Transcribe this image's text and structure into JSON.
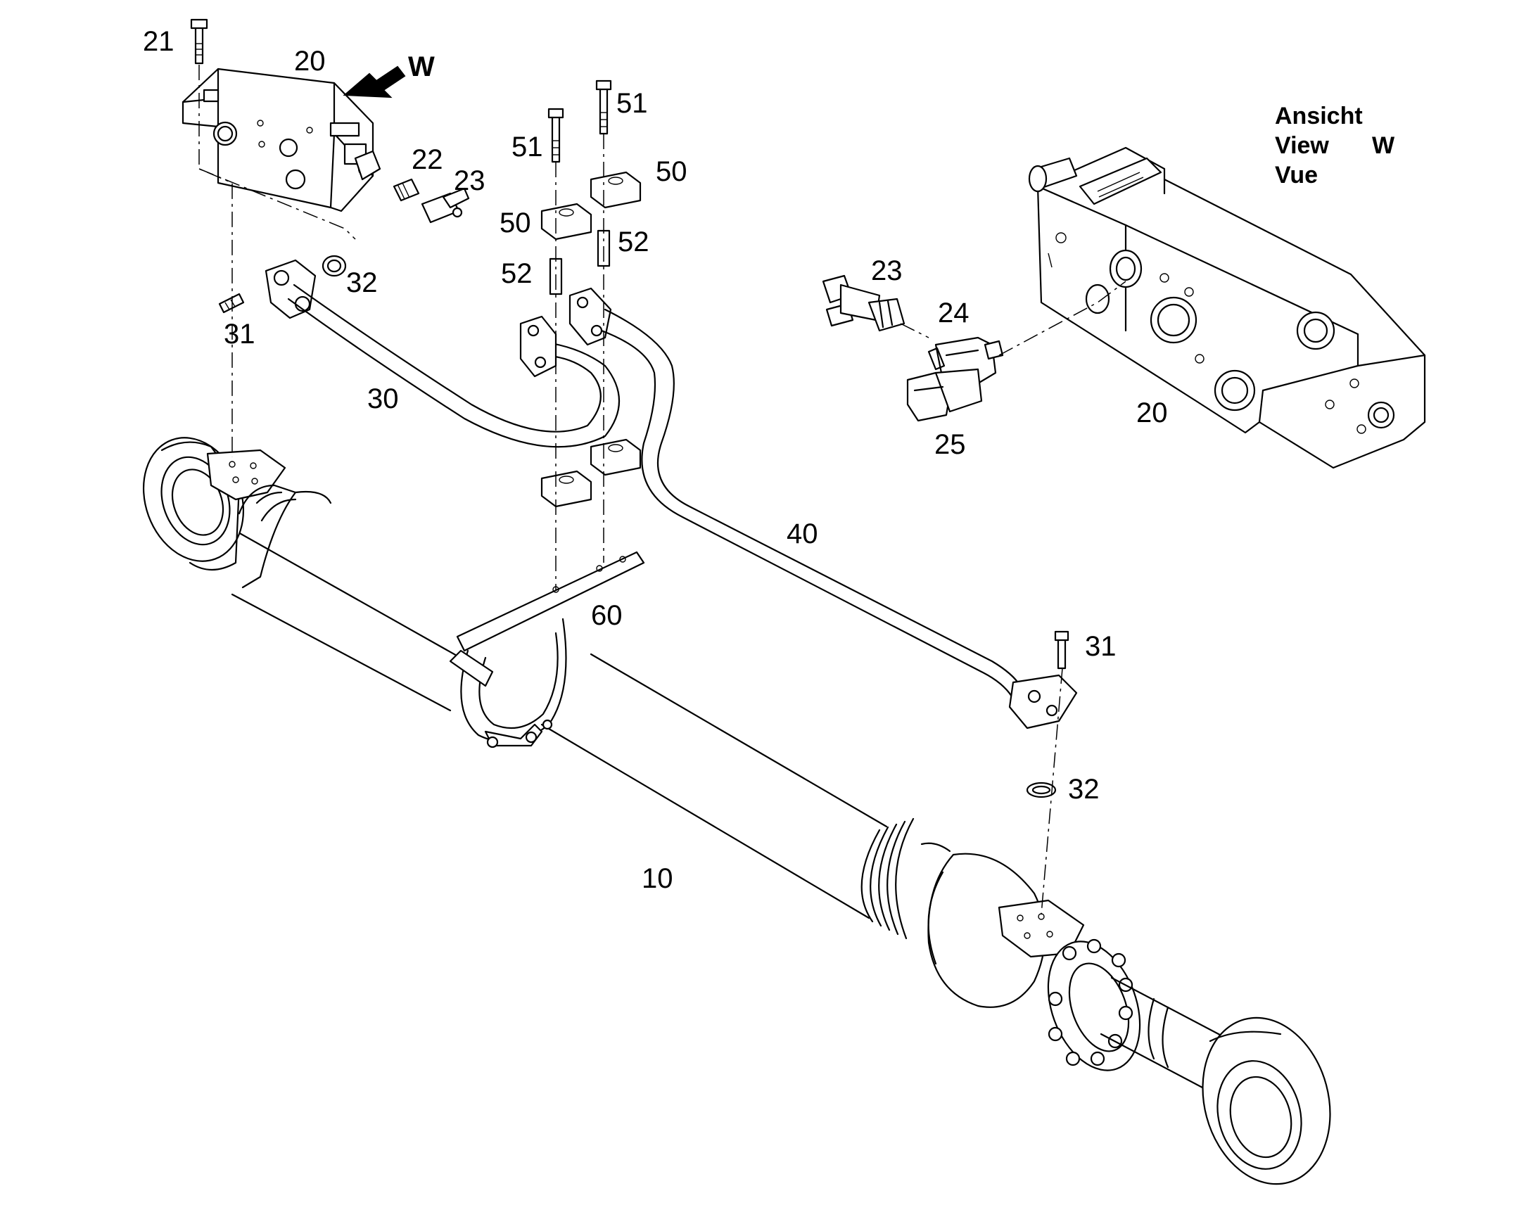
{
  "view_label": {
    "line1": "Ansicht",
    "line2": "View",
    "line3": "Vue",
    "letter": "W"
  },
  "view_arrow_label": "W",
  "callouts": [
    {
      "id": "c21",
      "text": "21"
    },
    {
      "id": "c20a",
      "text": "20"
    },
    {
      "id": "c22",
      "text": "22"
    },
    {
      "id": "c23a",
      "text": "23"
    },
    {
      "id": "c32a",
      "text": "32"
    },
    {
      "id": "c31a",
      "text": "31"
    },
    {
      "id": "c30",
      "text": "30"
    },
    {
      "id": "c51a",
      "text": "51"
    },
    {
      "id": "c51b",
      "text": "51"
    },
    {
      "id": "c50a",
      "text": "50"
    },
    {
      "id": "c50b",
      "text": "50"
    },
    {
      "id": "c52a",
      "text": "52"
    },
    {
      "id": "c52b",
      "text": "52"
    },
    {
      "id": "c23b",
      "text": "23"
    },
    {
      "id": "c24",
      "text": "24"
    },
    {
      "id": "c25",
      "text": "25"
    },
    {
      "id": "c20b",
      "text": "20"
    },
    {
      "id": "c40",
      "text": "40"
    },
    {
      "id": "c60",
      "text": "60"
    },
    {
      "id": "c31b",
      "text": "31"
    },
    {
      "id": "c32b",
      "text": "32"
    },
    {
      "id": "c10",
      "text": "10"
    }
  ]
}
